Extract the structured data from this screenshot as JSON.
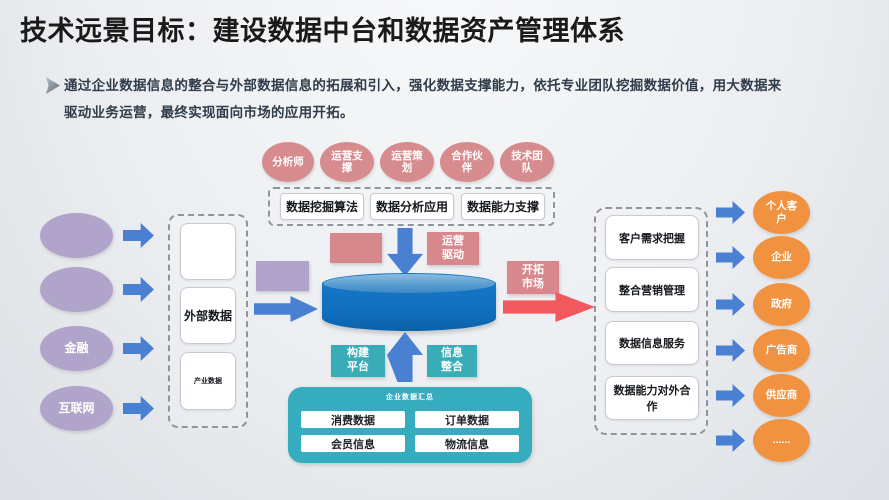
{
  "palette": {
    "background": "#eceef1",
    "pink": "#d68c8e",
    "purple": "#b1a4ca",
    "blue_arrow": "#4a80d2",
    "cylinder_blue": "#1172c3",
    "teal": "#3aacb8",
    "enterprise_teal": "#36adbf",
    "orange": "#f0923f",
    "red_arrow": "#f2595f"
  },
  "header": {
    "title": "技术远景目标：建设数据中台和数据资产管理体系",
    "intro_line1": "通过企业数据信息的整合与外部数据信息的拓展和引入，强化数据支撑能力，依托专业团队挖掘数据价值，用大数据来",
    "intro_line2": "驱动业务运营，最终实现面向市场的应用开拓。"
  },
  "roles": [
    "分析师",
    "运营支撑",
    "运营策划",
    "合作伙伴",
    "技术团队"
  ],
  "capabilities": [
    "数据挖掘算法",
    "数据分析应用",
    "数据能力支撑"
  ],
  "left_sources": {
    "finance": "金融",
    "internet": "互联网"
  },
  "external_data_box": {
    "main": "外部数据",
    "industry": "产业数据"
  },
  "center_labels": {
    "operation_drive": "运营驱动",
    "market_expand": "开拓市场",
    "build_platform": "构建平台",
    "info_integration": "信息整合"
  },
  "enterprise_data_box": {
    "title": "企业数据汇总",
    "cells": [
      "消费数据",
      "订单数据",
      "会员信息",
      "物流信息"
    ]
  },
  "services": [
    "客户需求把握",
    "整合营销管理",
    "数据信息服务",
    "数据能力对外合作"
  ],
  "customers": [
    "个人客户",
    "企业",
    "政府",
    "广告商",
    "供应商",
    "......"
  ]
}
